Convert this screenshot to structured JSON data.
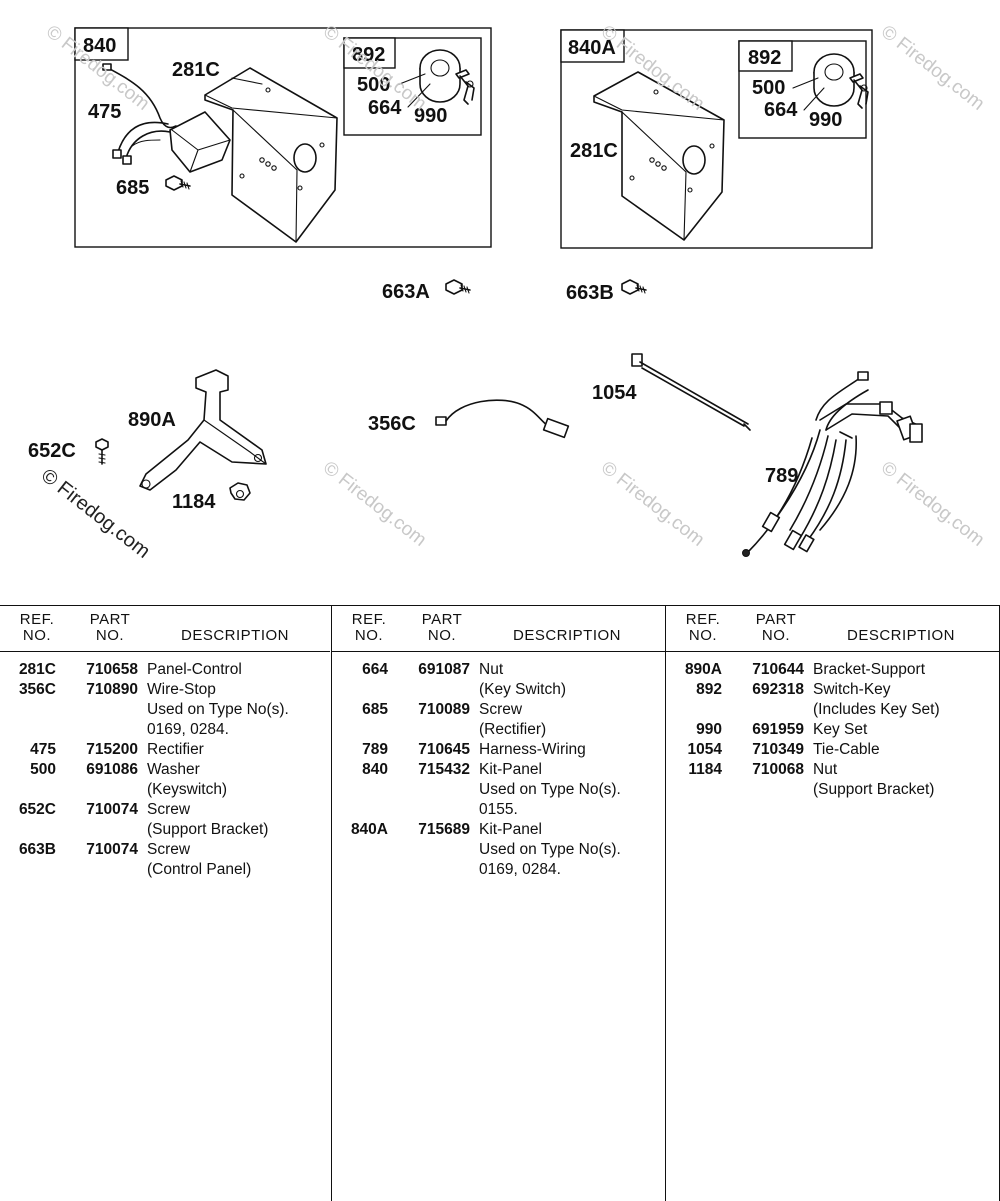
{
  "diagram": {
    "labels": {
      "kit_840": "840",
      "kit_840a": "840A",
      "switch_892_a": "892",
      "switch_892_b": "892",
      "washer_500_a": "500",
      "washer_500_b": "500",
      "nut_664_a": "664",
      "nut_664_b": "664",
      "keyset_990_a": "990",
      "keyset_990_b": "990",
      "panel_281c_a": "281C",
      "panel_281c_b": "281C",
      "rectifier_475": "475",
      "screw_685": "685",
      "screw_663a": "663A",
      "screw_663b": "663B",
      "tie_1054": "1054",
      "wire_356c": "356C",
      "bracket_890a": "890A",
      "screw_652c": "652C",
      "nut_1184": "1184",
      "harness_789": "789"
    },
    "watermark": "© Firedog.com"
  },
  "table": {
    "headers": {
      "ref_line1": "REF.",
      "ref_line2": "NO.",
      "part_line1": "PART",
      "part_line2": "NO.",
      "description": "DESCRIPTION"
    },
    "columns": [
      {
        "rows": [
          {
            "ref": "281C",
            "part": "710658",
            "desc": [
              "Panel-Control"
            ]
          },
          {
            "ref": "356C",
            "part": "710890",
            "desc": [
              "Wire-Stop",
              "Used on Type No(s).",
              "0169, 0284."
            ]
          },
          {
            "ref": "475",
            "part": "715200",
            "desc": [
              "Rectifier"
            ]
          },
          {
            "ref": "500",
            "part": "691086",
            "desc": [
              "Washer",
              "(Keyswitch)"
            ]
          },
          {
            "ref": "652C",
            "part": "710074",
            "desc": [
              "Screw",
              "(Support Bracket)"
            ]
          },
          {
            "ref": "663B",
            "part": "710074",
            "desc": [
              "Screw",
              "(Control Panel)"
            ]
          }
        ]
      },
      {
        "rows": [
          {
            "ref": "664",
            "part": "691087",
            "desc": [
              "Nut",
              "(Key Switch)"
            ]
          },
          {
            "ref": "685",
            "part": "710089",
            "desc": [
              "Screw",
              "(Rectifier)"
            ]
          },
          {
            "ref": "789",
            "part": "710645",
            "desc": [
              "Harness-Wiring"
            ]
          },
          {
            "ref": "840",
            "part": "715432",
            "desc": [
              "Kit-Panel",
              "Used on Type No(s).",
              "0155."
            ]
          },
          {
            "ref": "840A",
            "part": "715689",
            "desc": [
              "Kit-Panel",
              "Used on Type No(s).",
              "0169, 0284."
            ]
          }
        ]
      },
      {
        "rows": [
          {
            "ref": "890A",
            "part": "710644",
            "desc": [
              "Bracket-Support"
            ]
          },
          {
            "ref": "892",
            "part": "692318",
            "desc": [
              "Switch-Key",
              "(Includes Key Set)"
            ]
          },
          {
            "ref": "990",
            "part": "691959",
            "desc": [
              "Key Set"
            ]
          },
          {
            "ref": "1054",
            "part": "710349",
            "desc": [
              "Tie-Cable"
            ]
          },
          {
            "ref": "1184",
            "part": "710068",
            "desc": [
              "Nut",
              "(Support Bracket)"
            ]
          }
        ]
      }
    ]
  }
}
